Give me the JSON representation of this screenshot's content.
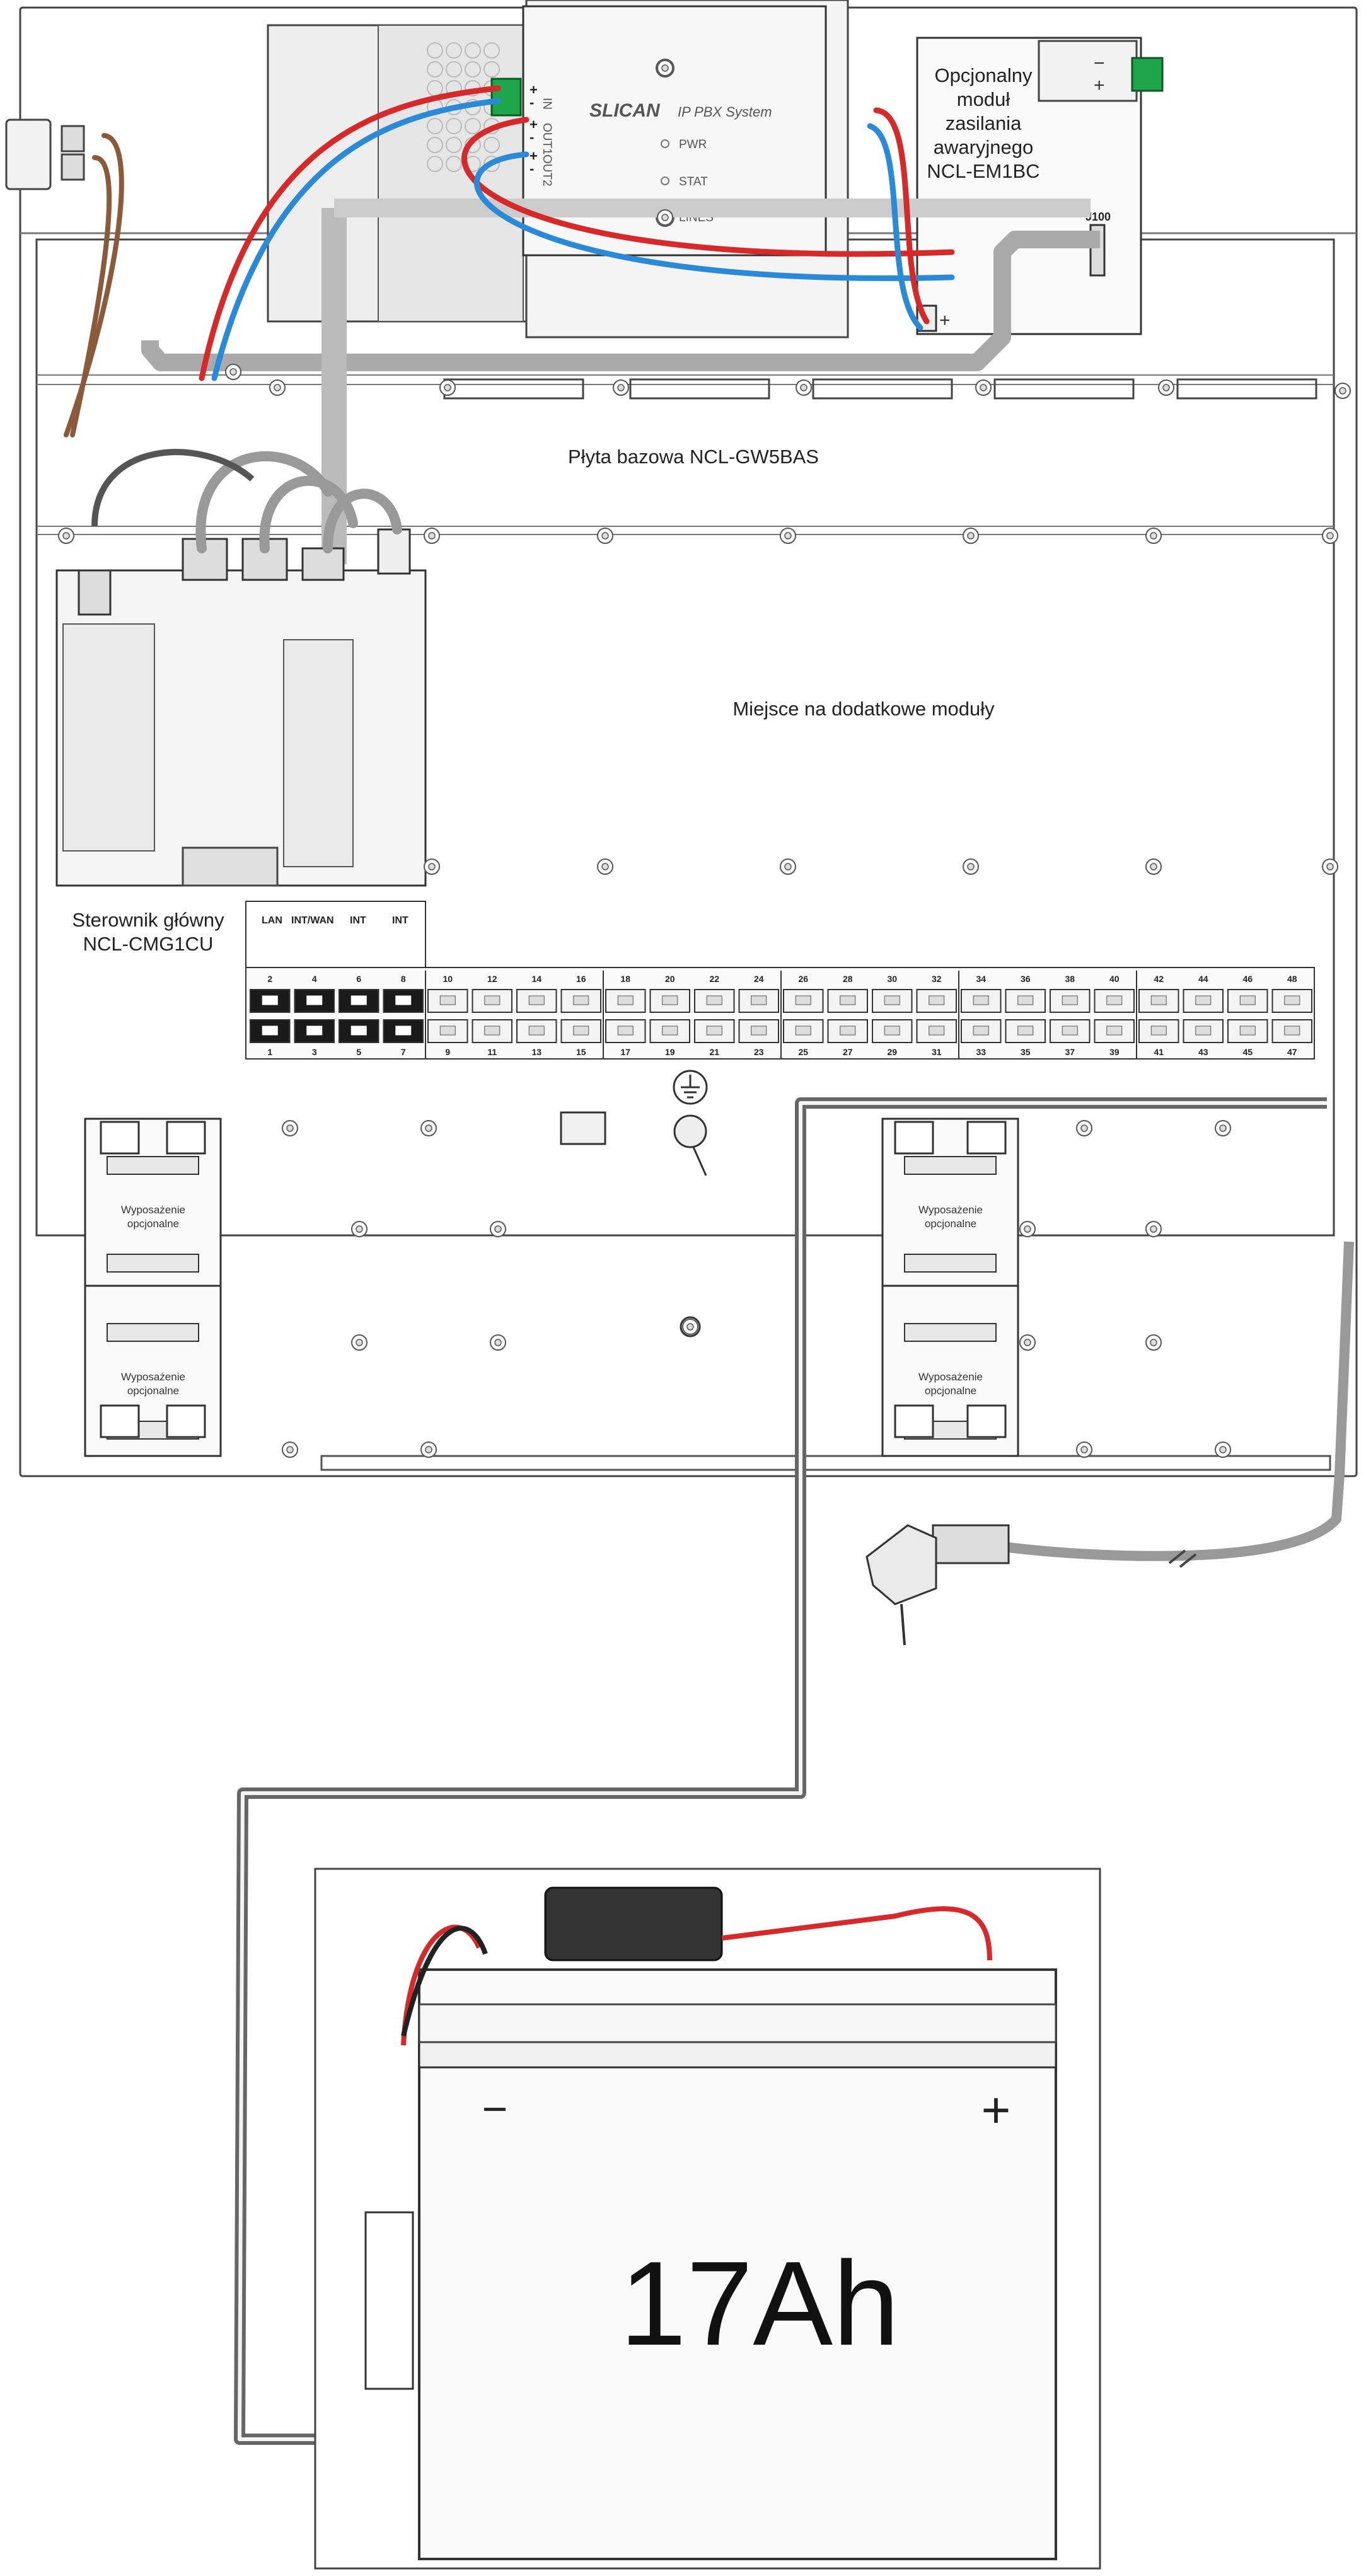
{
  "psu": {
    "brand": "SLICAN",
    "product": "IP PBX System",
    "leds": [
      "PWR",
      "STAT",
      "LINES"
    ],
    "out_labels": [
      "IN",
      "OUT1",
      "OUT2"
    ],
    "plus_minus": [
      "+",
      "-",
      "+",
      "-",
      "+",
      "-"
    ]
  },
  "backup_module": {
    "lines": [
      "Opcjonalny",
      "moduł",
      "zasilania",
      "awaryjnego",
      "NCL-EM1BC"
    ],
    "connector": "J100",
    "terminal_minus": "−",
    "terminal_plus": "+",
    "terminal_small_plus": "+"
  },
  "base_board": {
    "label": "Płyta bazowa NCL-GW5BAS"
  },
  "modules_area": {
    "label": "Miejsce na dodatkowe moduły"
  },
  "controller": {
    "lines": [
      "Sterownik główny",
      "NCL-CMG1CU"
    ]
  },
  "port_header": [
    "LAN",
    "INT/WAN",
    "INT",
    "INT"
  ],
  "ports": {
    "top": [
      "2",
      "4",
      "6",
      "8",
      "10",
      "12",
      "14",
      "16",
      "18",
      "20",
      "22",
      "24",
      "26",
      "28",
      "30",
      "32",
      "34",
      "36",
      "38",
      "40",
      "42",
      "44",
      "46",
      "48"
    ],
    "bottom": [
      "1",
      "3",
      "5",
      "7",
      "9",
      "11",
      "13",
      "15",
      "17",
      "19",
      "21",
      "23",
      "25",
      "27",
      "29",
      "31",
      "33",
      "35",
      "37",
      "39",
      "41",
      "43",
      "45",
      "47"
    ]
  },
  "optional_equipment": [
    "Wyposażenie",
    "opcjonalne"
  ],
  "battery": {
    "capacity": "17Ah",
    "minus": "−",
    "plus": "+"
  },
  "colors": {
    "red_wire": "#d62a2a",
    "blue_wire": "#2a8ad8",
    "green_terminal": "#1fa64a",
    "cable_gray": "#9a9a9a"
  }
}
